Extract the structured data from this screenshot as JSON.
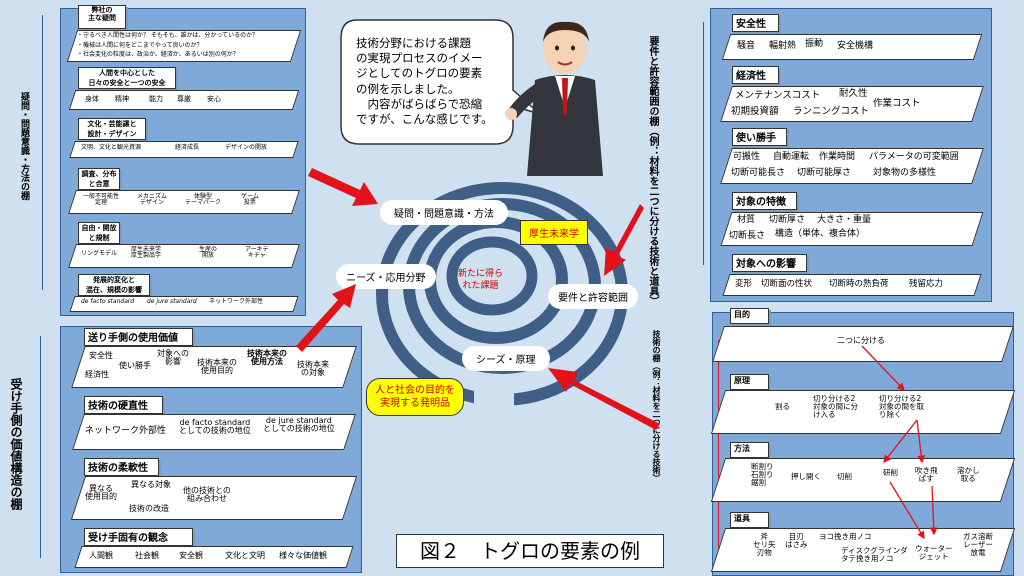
{
  "colors": {
    "background": "#cfe0f0",
    "panel": "#7fa9d8",
    "arrow": "#e3121a",
    "spiral": "#3f5f86",
    "highlight": "#ffff00",
    "red_text": "#cc0000"
  },
  "left_top": {
    "vertical_label": "疑問・問題意識・方法の棚",
    "groups": [
      {
        "header": "弊社の\n主な疑問",
        "items": [
          "・守るべき人間性は何か？ そもそも、誰かは、分かっているのか？",
          "・機械は人間に何をどこまでやって良いのか？",
          "・社会変化の粒度は、政治か、経済か、あるいは別の何か？"
        ]
      },
      {
        "header": "人間を中心とした\n日々の安全と一つの安全",
        "items": [
          "身体",
          "精神",
          "能力",
          "尊厳",
          "安心"
        ]
      },
      {
        "header": "文化・芸能譲と\n設計・デザイン",
        "items": [
          "文明、文化と観光資源",
          "経済成長",
          "デザインの開放"
        ]
      },
      {
        "header": "調査、分布\nと合意",
        "items": [
          "一般不可能性\n定理",
          "メカニズム\nデザイン",
          "体験型\nテーマパーク",
          "ゲーム\n投票"
        ]
      },
      {
        "header": "自由・開放\nと規制",
        "items": [
          "リングモデル",
          "厚生未来学\n厚生製品学",
          "生産の\n開放",
          "アーキテ\nキチャ"
        ]
      },
      {
        "header": "発展的変化と\n混在、規模の影響",
        "items": [
          "de facto standard",
          "de jure standard",
          "ネットワーク外部性"
        ]
      }
    ]
  },
  "left_bottom": {
    "vertical_label": "受け手側の価値構造の棚",
    "groups": [
      {
        "header": "送り手側の使用価値",
        "items": [
          "安全性",
          "経済性",
          "使い勝手",
          "対象への\n影響",
          "技術本来の\n使用目的",
          "技術本来の\n使用方法",
          "技術本来\nの対象"
        ]
      },
      {
        "header": "技術の硬直性",
        "items": [
          "ネットワーク外部性",
          "de facto standard\nとしての技術の地位",
          "de jure standard\nとしての技術の地位"
        ]
      },
      {
        "header": "技術の柔軟性",
        "items": [
          "異なる\n使用目的",
          "異なる対象",
          "技術の改造",
          "他の技術との\n組み合わせ"
        ]
      },
      {
        "header": "受け手固有の観念",
        "items": [
          "人間観",
          "社会観",
          "安全観",
          "文化と文明",
          "様々な価値観"
        ]
      }
    ]
  },
  "speech": "技術分野における課題\nの実現プロセスのイメー\nジとしてのトグロの要素\nの例を示しました。\n　内容がばらばらで恐縮\nですが、こんな感じです。",
  "spiral": {
    "center": "新たに得ら\nれた課題",
    "labels": [
      "疑問・問題意識・方法",
      "ニーズ・応用分野",
      "要件と許容範囲",
      "シーズ・原理"
    ],
    "yellow_top": "厚生未来学",
    "yellow_bottom": "人と社会の目的を\n実現する発明品"
  },
  "right_top": {
    "vertical_label": "要件と許容範囲の棚（例：材料を二つに分ける技術と道具）",
    "groups": [
      {
        "header": "安全性",
        "items": [
          "騒音",
          "輻射熱",
          "振動",
          "安全機構"
        ]
      },
      {
        "header": "経済性",
        "items": [
          "メンテナンスコスト",
          "耐久性",
          "初期投資額",
          "ランニングコスト",
          "作業コスト"
        ]
      },
      {
        "header": "使い勝手",
        "items": [
          "可搬性",
          "自動運転",
          "作業時間",
          "パラメータの可変範囲",
          "切断可能長さ",
          "切断可能厚さ",
          "対象物の多様性"
        ]
      },
      {
        "header": "対象の特徴",
        "items": [
          "材質",
          "切断厚さ",
          "大きさ・重量",
          "切断長さ",
          "構造（単体、複合体）"
        ]
      },
      {
        "header": "対象への影響",
        "items": [
          "変形",
          "切断面の性状",
          "切断時の熱負荷",
          "残留応力"
        ]
      }
    ]
  },
  "right_bottom": {
    "vertical_label": "技術の棚（例：材料を二つに分ける技術）",
    "sections": [
      {
        "header": "目的",
        "items": [
          "二つに分ける"
        ]
      },
      {
        "header": "原理",
        "items": [
          "割る",
          "切り分ける2\n対象の間に分\nけ入る",
          "切り分ける2\n対象の間を取\nり除く"
        ]
      },
      {
        "header": "方法",
        "items": [
          "断割り\n石割り\n鋸割",
          "押し開く",
          "切削",
          "研削",
          "吹き飛\nばす",
          "溶かし\n取る"
        ]
      },
      {
        "header": "道具",
        "items": [
          "斧\nセリ矢\n刃物",
          "目刃\nはさみ",
          "ヨコ挽き用ノコ",
          "ディスクグラインダ\nタテ挽き用ノコ",
          "ウォーター\nジェット",
          "ガス溶断\nレーザー\n放電"
        ]
      }
    ]
  },
  "caption": "図２　トグロの要素の例"
}
